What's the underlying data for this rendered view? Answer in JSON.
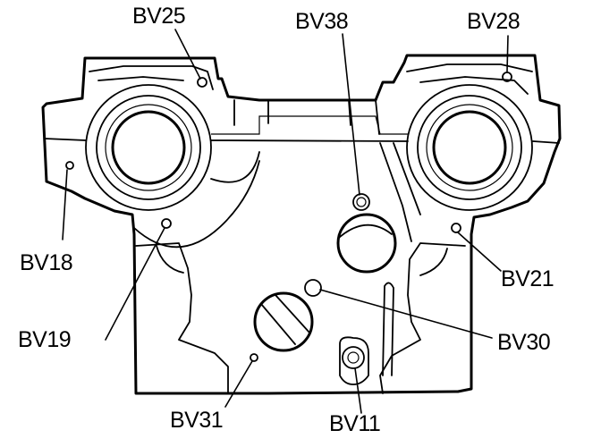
{
  "callouts": {
    "bv25": "BV25",
    "bv38": "BV38",
    "bv28": "BV28",
    "bv18": "BV18",
    "bv21": "BV21",
    "bv19": "BV19",
    "bv30": "BV30",
    "bv31": "BV31",
    "bv11": "BV11"
  },
  "colors": {
    "line": "#000000",
    "background": "#ffffff"
  }
}
